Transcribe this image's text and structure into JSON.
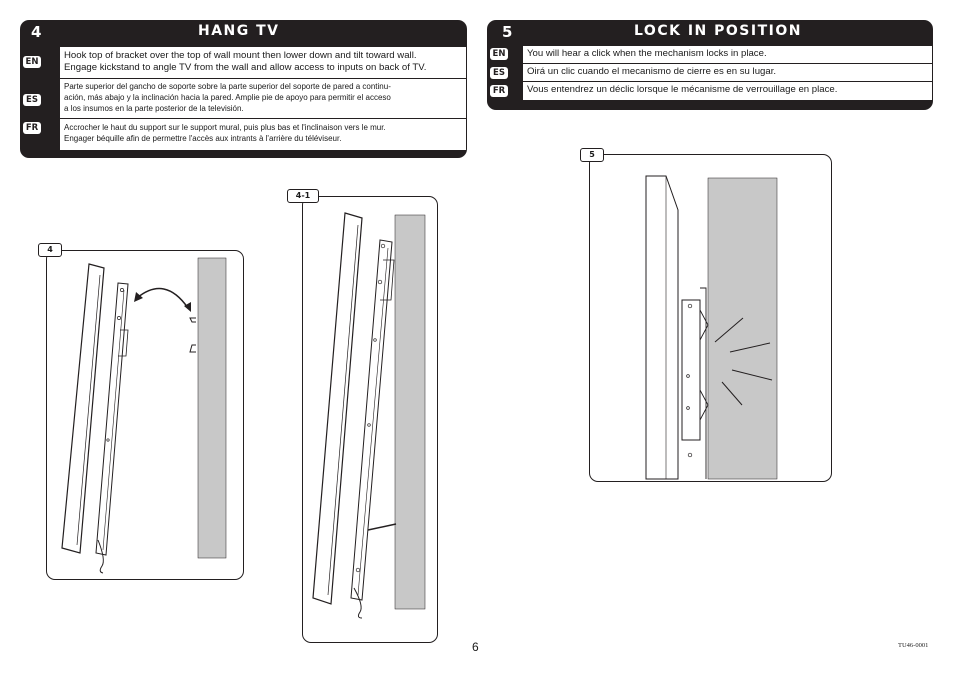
{
  "step4": {
    "number": "4",
    "title": "HANG TV",
    "instructions": [
      {
        "lang": "EN",
        "lines": [
          "Hook top of bracket over the top of wall mount then lower down and tilt toward wall.",
          "Engage kickstand to angle TV from the wall and allow access to inputs on back of TV."
        ]
      },
      {
        "lang": "ES",
        "lines": [
          "Parte superior del gancho de soporte sobre la parte superior del soporte de pared a continu-",
          "ación, más abajo y la inclinación hacia la pared.  Amplie pie de apoyo para permitir el acceso",
          "a los insumos en la parte posterior de la televisión."
        ]
      },
      {
        "lang": "FR",
        "lines": [
          "Accrocher le haut du support sur le support mural, puis plus bas et l'inclinaison vers le mur.",
          "Engager béquille afin de permettre l'accès aux intrants à l'arrière du téléviseur."
        ]
      }
    ]
  },
  "step5": {
    "number": "5",
    "title": "LOCK IN POSITION",
    "instructions": [
      {
        "lang": "EN",
        "lines": [
          "You will hear a click when the mechanism locks in place."
        ]
      },
      {
        "lang": "ES",
        "lines": [
          "Oirá un clic cuando el mecanismo de cierre es en su lugar."
        ]
      },
      {
        "lang": "FR",
        "lines": [
          "Vous entendrez un déclic lorsque le mécanisme de verrouillage en place."
        ]
      }
    ]
  },
  "figures": {
    "fig4": "4",
    "fig4_1": "4-1",
    "fig5": "5"
  },
  "footer": {
    "page_number": "6",
    "doc_code": "TU46-0001"
  },
  "colors": {
    "panel": "#231f20",
    "wall": "#c8c8c8"
  }
}
